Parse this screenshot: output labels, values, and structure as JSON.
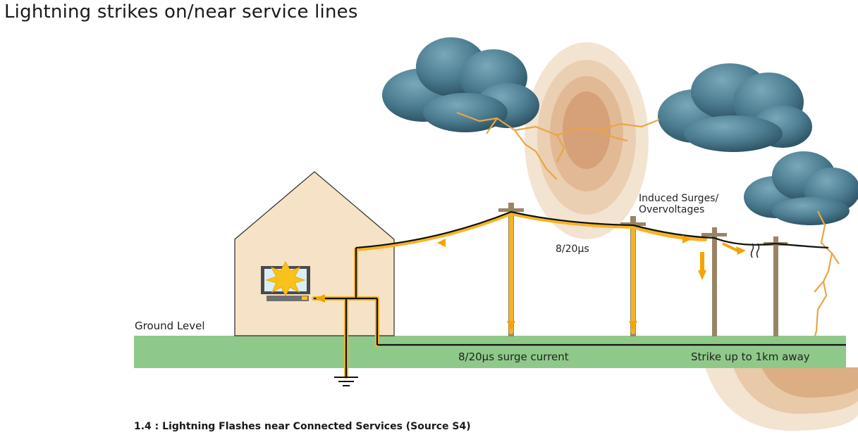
{
  "title": "Lightning strikes on/near service lines",
  "labels": {
    "induced_line1": "Induced Surges/",
    "induced_line2": "Overvoltages",
    "pulse": "8/20µs",
    "ground_level": "Ground Level",
    "surge_current": "8/20µs surge current",
    "strike_distance": "Strike up to 1km away"
  },
  "caption": "1.4  : Lightning Flashes near Connected Services (Source S4)",
  "colors": {
    "ground": "#8fc98a",
    "surge": "#f5b425",
    "house": "#f6e2c6",
    "pole": "#9a8466",
    "cloud": "#4f7f93",
    "halo": "#e8c49b"
  }
}
